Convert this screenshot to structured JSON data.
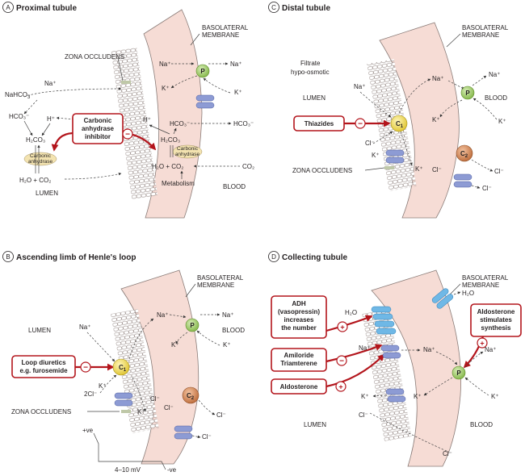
{
  "panels": {
    "A": {
      "letter": "A",
      "title": "Proximal tubule",
      "basolateral1": "BASOLATERAL",
      "basolateral2": "MEMBRANE",
      "zona": "ZONA OCCLUDENS",
      "nahco3": "NaHCO",
      "nahco3_sub": "3",
      "na_lumen": "Na⁺",
      "hco3_lumen": "HCO₃⁻",
      "h_lumen": "H⁺",
      "h2co3": "H₂CO₃",
      "ca1": "Carbonic",
      "ca2": "anhydrase",
      "h2o_co2_lumen": "H₂O + CO₂",
      "lumen": "LUMEN",
      "drug1": "Carbonic",
      "drug2": "anhydrase",
      "drug3": "inhibitor",
      "minus": "−",
      "na_cell": "Na⁺",
      "na_out": "Na⁺",
      "k_cell": "K⁺",
      "k_out": "K⁺",
      "pump": "P",
      "h_cell": "H⁺",
      "hco3_cell": "HCO₃⁻",
      "hco3_out": "HCO₃⁻",
      "h2co3_cell": "H₂CO₃",
      "h2o_co2_cell": "H₂O + CO₂",
      "co2_out": "CO₂",
      "metab": "Metabolism",
      "blood": "BLOOD"
    },
    "B": {
      "letter": "B",
      "title": "Ascending limb of Henle's loop",
      "basolateral1": "BASOLATERAL",
      "basolateral2": "MEMBRANE",
      "lumen": "LUMEN",
      "blood": "BLOOD",
      "na_lumen": "Na⁺",
      "na_cell": "Na⁺",
      "na_out": "Na⁺",
      "k_cell": "K⁺",
      "k_out": "K⁺",
      "pump": "P",
      "drug1": "Loop diuretics",
      "drug2": "e.g. furosemide",
      "minus": "−",
      "c1": "C",
      "c1_sub": "1",
      "c2": "C",
      "c2_sub": "2",
      "cl_lumen": "2Cl⁻",
      "k_lumen": "K⁺",
      "k_channel": "K⁺",
      "cl_cell": "Cl⁻",
      "cl_c2": "Cl⁻",
      "cl_out": "Cl⁻",
      "cl_out2": "Cl⁻",
      "zona": "ZONA OCCLUDENS",
      "pve": "+ve",
      "nve": "-ve",
      "voltage": "4–10 mV"
    },
    "C": {
      "letter": "C",
      "title": "Distal tubule",
      "basolateral1": "BASOLATERAL",
      "basolateral2": "MEMBRANE",
      "filtrate1": "Filtrate",
      "filtrate2": "hypo-osmotic",
      "lumen": "LUMEN",
      "blood": "BLOOD",
      "na_lumen": "Na⁺",
      "na_cell": "Na⁺",
      "na_out": "Na⁺",
      "k_cell": "K⁺",
      "k_out": "K⁺",
      "pump": "P",
      "drug1": "Thiazides",
      "minus": "−",
      "c1": "C",
      "c1_sub": "1",
      "c2": "C",
      "c2_sub": "2",
      "cl_lumen": "Cl⁻",
      "k_lumen": "K⁺",
      "k_channel": "K⁺",
      "cl_cell": "Cl⁻",
      "cl_out": "Cl⁻",
      "cl_out2": "Cl⁻",
      "zona": "ZONA OCCLUDENS"
    },
    "D": {
      "letter": "D",
      "title": "Collecting tubule",
      "basolateral1": "BASOLATERAL",
      "basolateral2": "MEMBRANE",
      "h2o_out": "H₂O",
      "h2o_lumen": "H₂O",
      "adh1": "ADH",
      "adh2": "(vasopressin)",
      "adh3": "increases",
      "adh4": "the number",
      "plus": "+",
      "minus": "−",
      "amil1": "Amiloride",
      "amil2": "Triamterene",
      "aldo": "Aldosterone",
      "stim1": "Aldosterone",
      "stim2": "stimulates",
      "stim3": "synthesis",
      "na_lumen": "Na⁺",
      "na_cell": "Na⁺",
      "na_out": "Na⁺",
      "k_cell": "K⁺",
      "k_out": "K⁺",
      "k_lumen": "K⁺",
      "pump": "P",
      "cl_lumen": "Cl⁻",
      "cl_out": "Cl⁻",
      "lumen": "LUMEN",
      "blood": "BLOOD"
    }
  },
  "colors": {
    "cytoplasm": "#f6dcd5",
    "drug_border": "#b3151c",
    "pump": "#9ccc65",
    "cotransporter_c1": "#f2df5a",
    "cotransporter_c2": "#d4845a",
    "channel": "#8d9bd4",
    "aquaporin": "#6fb8e6",
    "carbonic_anhydrase": "#f3e3b0"
  },
  "icons": {
    "pump": "green-circle-p",
    "inhibit": "red-circle-minus",
    "stimulate": "red-circle-plus",
    "channel": "blue-capsule",
    "water_channel": "light-blue-capsule"
  }
}
